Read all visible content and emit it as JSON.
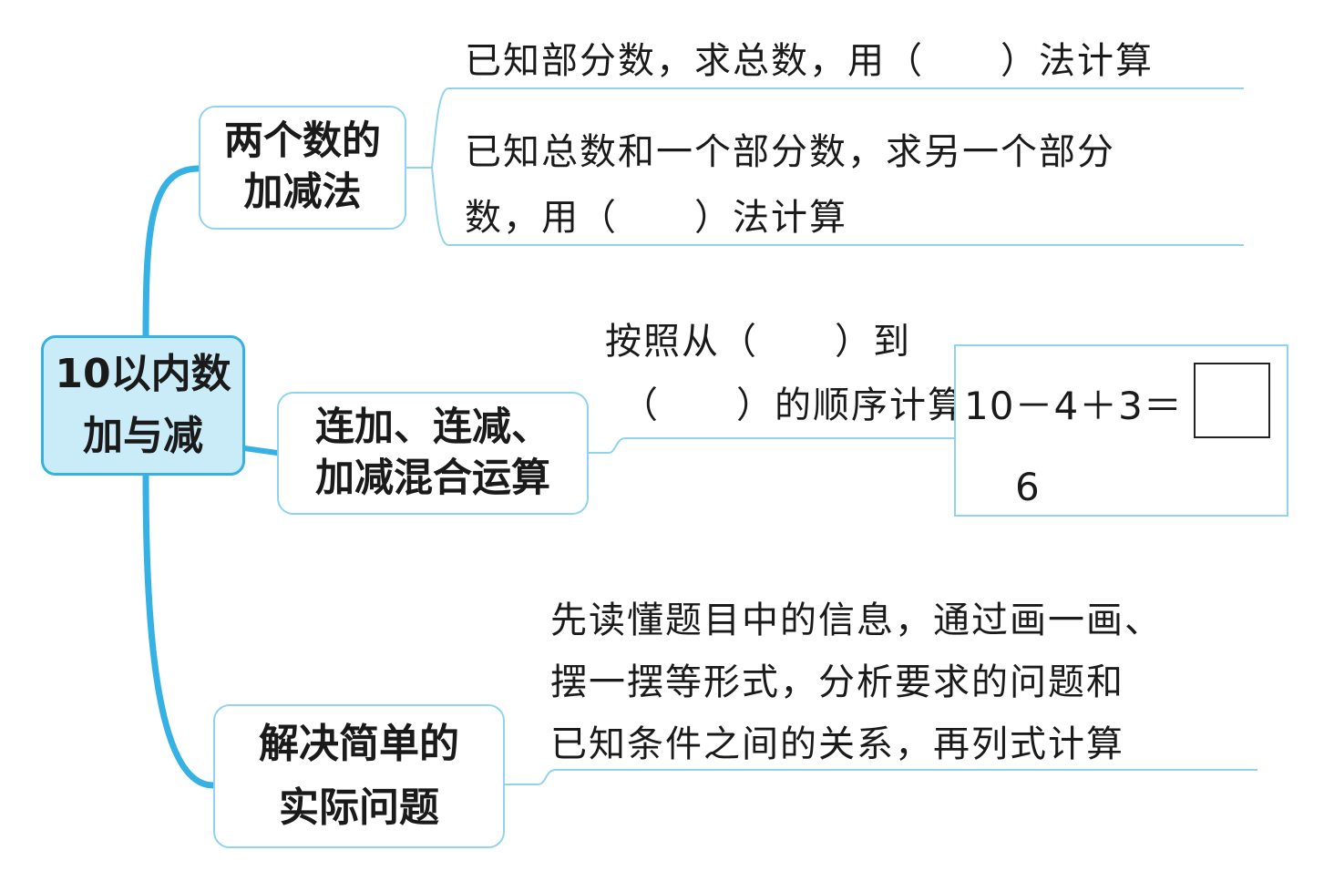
{
  "root": {
    "line1": "10以内数",
    "line2": "加与减"
  },
  "branches": [
    {
      "title_line1": "两个数的",
      "title_line2": "加减法",
      "items": [
        {
          "lines": [
            "已知部分数，求总数，用（　　）法计算"
          ]
        },
        {
          "lines": [
            "已知总数和一个部分数，求另一个部分",
            "数，用（　　）法计算"
          ]
        }
      ]
    },
    {
      "title_line1": "连加、连减、",
      "title_line2": "加减混合运算",
      "rule_lines": [
        "按照从（　　）到",
        "（　　）的顺序计算"
      ],
      "example": {
        "expression": "10－4＋3＝",
        "partial_result": "6"
      }
    },
    {
      "title_line1": "解决简单的",
      "title_line2": "实际问题",
      "lines": [
        "先读懂题目中的信息，通过画一画、",
        "摆一摆等形式，分析要求的问题和",
        "已知条件之间的关系，再列式计算"
      ]
    }
  ],
  "colors": {
    "branch": "#35b1e4",
    "root_fill": "#c9ecf8",
    "outline": "#8fd3ef"
  }
}
